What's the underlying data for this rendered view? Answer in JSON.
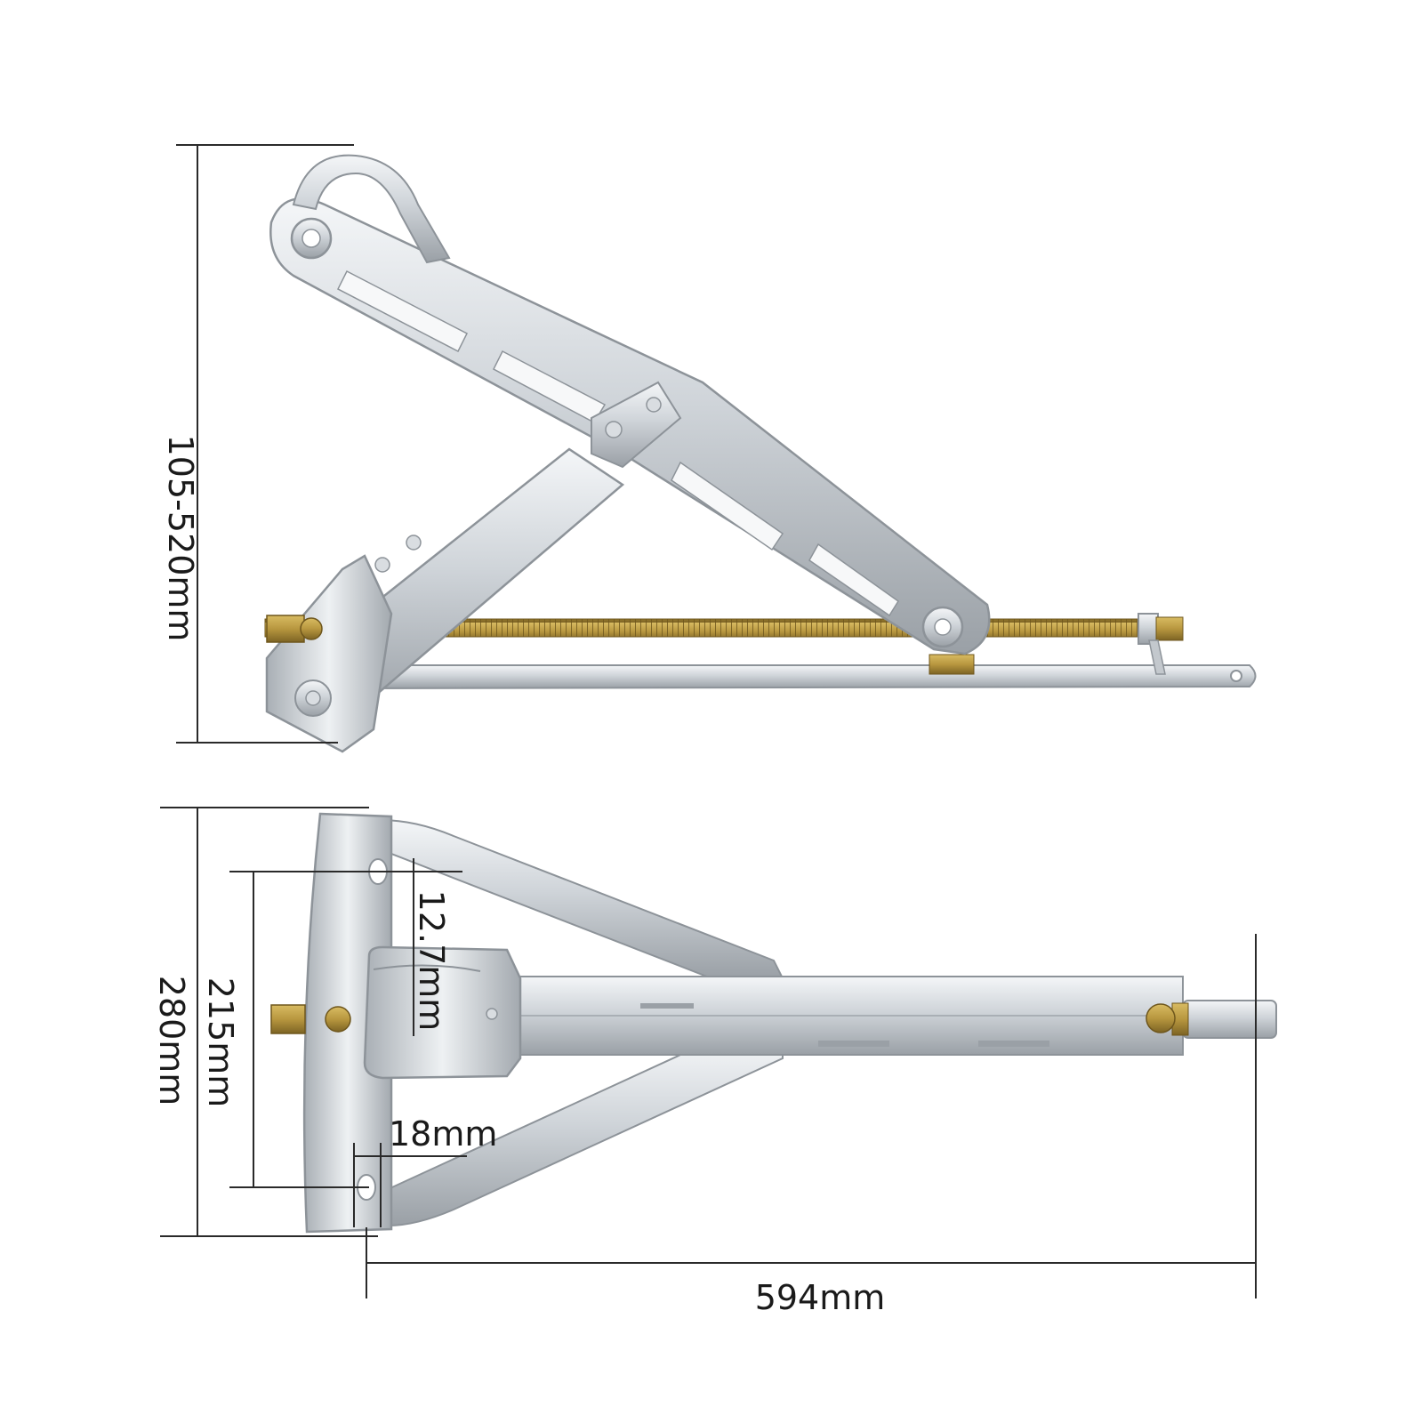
{
  "dimensions": {
    "height_range": "105-520mm",
    "overall_width": "280mm",
    "hole_spacing": "215mm",
    "tube_size": "12.7mm",
    "edge_offset": "18mm",
    "length": "594mm"
  },
  "colors": {
    "metal_light": "#e6e9ec",
    "metal_mid": "#c3c8cd",
    "metal_dark": "#8d9399",
    "brass": "#b8973f",
    "brass_dark": "#7d6424",
    "dim_line": "#2a2a2a"
  }
}
